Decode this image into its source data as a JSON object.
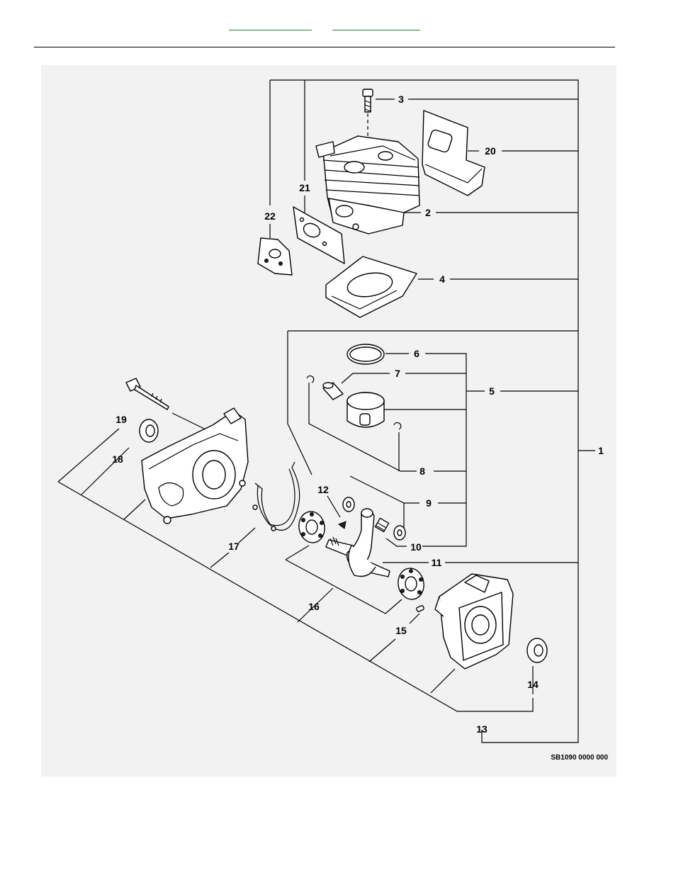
{
  "nav_links": [
    {
      "label": "",
      "name": "prev-link"
    },
    {
      "label": "",
      "name": "next-link"
    }
  ],
  "diagram": {
    "code": "SB1090 0000 000",
    "callouts": [
      "1",
      "2",
      "3",
      "4",
      "5",
      "6",
      "7",
      "8",
      "9",
      "10",
      "11",
      "12",
      "13",
      "14",
      "15",
      "16",
      "17",
      "18",
      "19",
      "20",
      "21",
      "22"
    ]
  }
}
